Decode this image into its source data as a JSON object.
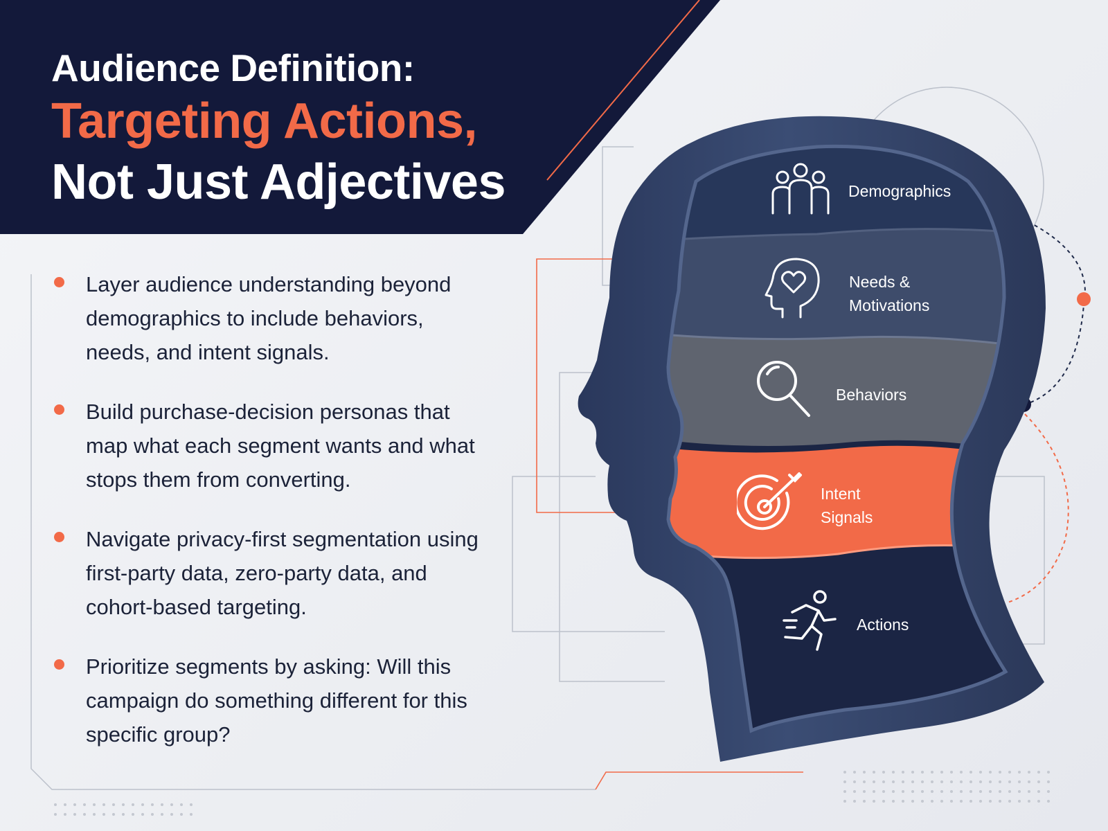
{
  "title": {
    "line1": "Audience Definition:",
    "line2": "Targeting Actions,",
    "line3": "Not Just Adjectives"
  },
  "bullets": [
    "Layer audience understanding beyond demographics to include behaviors, needs, and intent signals.",
    "Build purchase-decision personas that map what each segment wants and what stops them from converting.",
    "Navigate privacy-first segmentation using first-party data, zero-party data, and cohort-based targeting.",
    "Prioritize segments by asking: Will this campaign do something different for this specific group?"
  ],
  "layers": {
    "demographics": "Demographics",
    "needs": "Needs & Motivations",
    "behaviors": "Behaviors",
    "intent": "Intent Signals",
    "actions": "Actions"
  },
  "icons": {
    "demographics": "people-group-icon",
    "needs": "head-heart-icon",
    "behaviors": "magnifying-glass-icon",
    "intent": "target-arrow-icon",
    "actions": "running-person-icon"
  },
  "colors": {
    "navy": "#13193a",
    "accent": "#f26a48",
    "head": "#34456a",
    "layer_demographics": "#27375a",
    "layer_needs": "#3e4c6b",
    "layer_behaviors": "#5f646f",
    "layer_intent": "#f26a48",
    "layer_actions": "#1b2544"
  }
}
